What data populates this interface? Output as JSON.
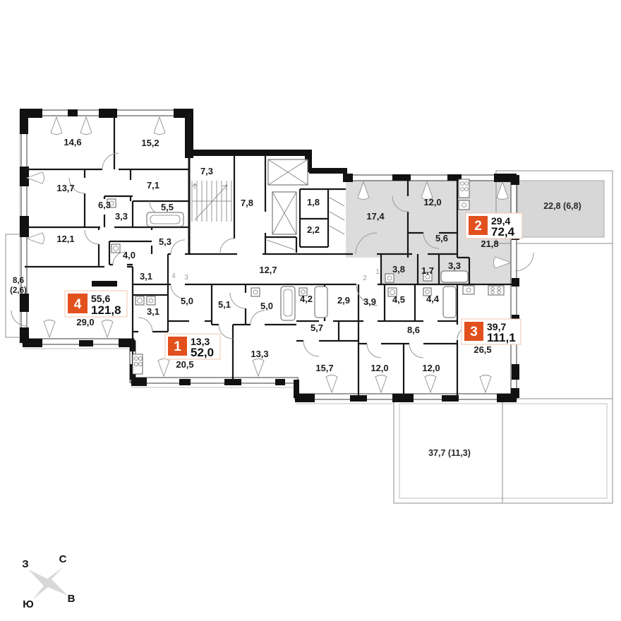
{
  "colors": {
    "accent": "#e2501e",
    "apartment2_fill": "#dcdcdc",
    "terrace_fill": "#d7d7d7",
    "walls": "#161616"
  },
  "apartments": {
    "a1": {
      "number": "1",
      "living_area": "13,3",
      "total_area": "52,0"
    },
    "a2": {
      "number": "2",
      "living_area": "29,4",
      "total_area": "72,4"
    },
    "a3": {
      "number": "3",
      "living_area": "39,7",
      "total_area": "111,1"
    },
    "a4": {
      "number": "4",
      "living_area": "55,6",
      "total_area": "121,8"
    }
  },
  "rooms": {
    "apt4_room1": "14,6",
    "apt4_room2": "15,2",
    "apt4_room3": "13,7",
    "apt4_room4": "7,1",
    "apt4_hall": "6,3",
    "apt4_bath1": "3,3",
    "apt4_bath2": "5,5",
    "apt4_room5": "12,1",
    "apt4_wardrobe": "5,3",
    "apt4_bath3": "4,0",
    "apt4_vestibule": "3,1",
    "apt4_living": "29,0",
    "stairwell": "7,3",
    "lobby": "7,8",
    "store1": "1,8",
    "store2": "2,2",
    "corridor": "12,7",
    "apt2_room1": "17,4",
    "apt2_room2": "12,0",
    "apt2_hall": "5,6",
    "apt2_room3": "3,8",
    "apt2_bath1": "1,7",
    "apt2_bath2": "3,3",
    "apt2_living": "21,8",
    "apt1_hall": "5,0",
    "apt1_store": "3,1",
    "apt1_corr": "5,1",
    "apt1_bath": "5,0",
    "apt1_room": "13,3",
    "apt1_living": "20,5",
    "apt3_bath1": "4,2",
    "apt3_store1": "2,9",
    "apt3_hall1": "3,9",
    "apt3_store2": "4,5",
    "apt3_bath2": "4,4",
    "apt3_corr1": "5,7",
    "apt3_corr2": "8,6",
    "apt3_room1": "15,7",
    "apt3_room2": "12,0",
    "apt3_room3": "12,0",
    "apt3_living": "26,5"
  },
  "terraces": {
    "top_right": "22,8 (6,8)",
    "bottom_right": "37,7 (11,3)",
    "left_line1": "8,6",
    "left_line2": "(2,6)"
  },
  "door_digits": {
    "d4": "4",
    "d3": "3",
    "d2": "2",
    "d1": "1"
  },
  "compass": {
    "north": "С",
    "south": "Ю",
    "west": "З",
    "east": "В"
  }
}
